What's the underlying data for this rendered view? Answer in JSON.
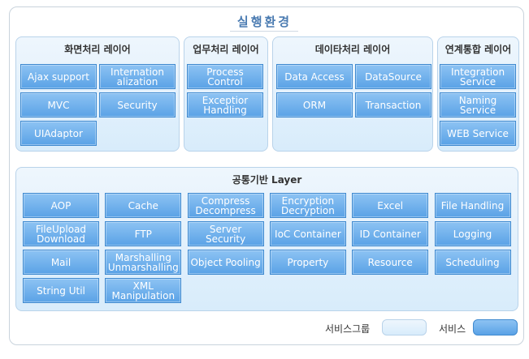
{
  "title": "실행환경",
  "groups": {
    "presentation": {
      "title": "화면처리 레이어",
      "services": [
        "Ajax support",
        "Internation\nalization",
        "MVC",
        "Security",
        "UIAdaptor"
      ]
    },
    "business": {
      "title": "업무처리 레이어",
      "services": [
        "Process\nControl",
        "Exceptior\nHandling"
      ]
    },
    "data": {
      "title": "데이타처리 레이어",
      "services": [
        "Data Access",
        "DataSource",
        "ORM",
        "Transaction"
      ]
    },
    "integration": {
      "title": "연계통합 레이어",
      "services": [
        "Integration\nService",
        "Naming Service",
        "WEB Service"
      ]
    },
    "common": {
      "title": "공통기반 Layer",
      "services": [
        "AOP",
        "Cache",
        "Compress\nDecompress",
        "Encryption\nDecryption",
        "Excel",
        "File Handling",
        "FileUpload\nDownload",
        "FTP",
        "Server Security",
        "IoC Container",
        "ID Container",
        "Logging",
        "Mail",
        "Marshalling\nUnmarshalling",
        "Object Pooling",
        "Property",
        "Resource",
        "Scheduling",
        "String Util",
        "XML\nManipulation"
      ]
    }
  },
  "legend": {
    "group_label": "서비스그룹",
    "service_label": "서비스"
  }
}
